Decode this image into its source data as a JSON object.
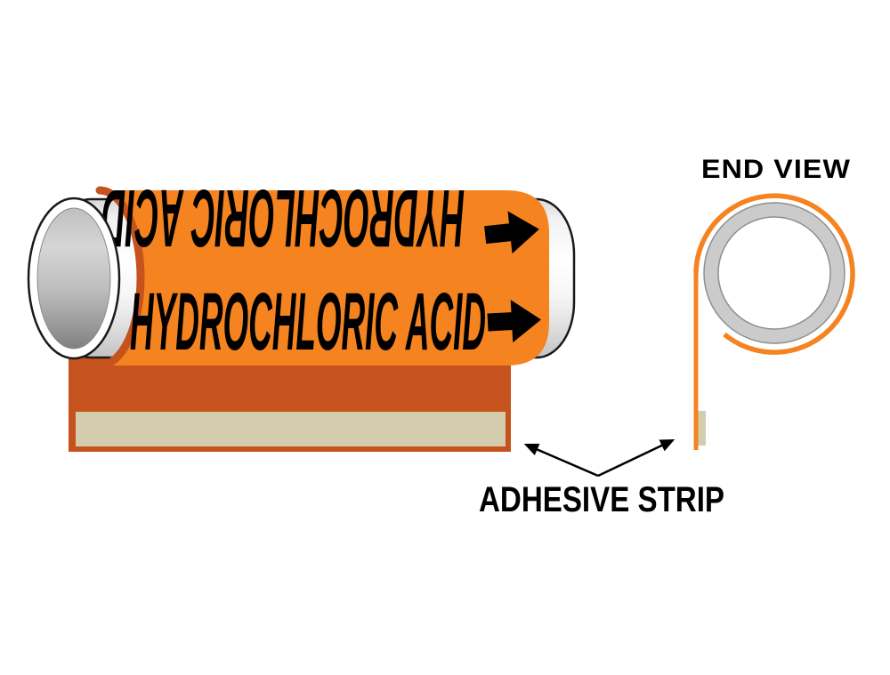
{
  "illustration": {
    "pipe_label": {
      "text_front": "HYDROCHLORIC ACID",
      "text_top_rotated": "HYDROCHLORIC ACID",
      "flow_arrow_icon": "right-arrow"
    },
    "end_view": {
      "title": "END VIEW"
    },
    "callout": {
      "label": "ADHESIVE STRIP"
    },
    "colors": {
      "label_orange": "#F5831F",
      "label_edge_dark_orange": "#C6521E",
      "adhesive_tan": "#D3CDAE",
      "pipe_gray": "#CBCBCB",
      "ring_outline_gray": "#8F8F8F",
      "outline_black": "#1A1A1A",
      "text_black": "#000000"
    }
  }
}
